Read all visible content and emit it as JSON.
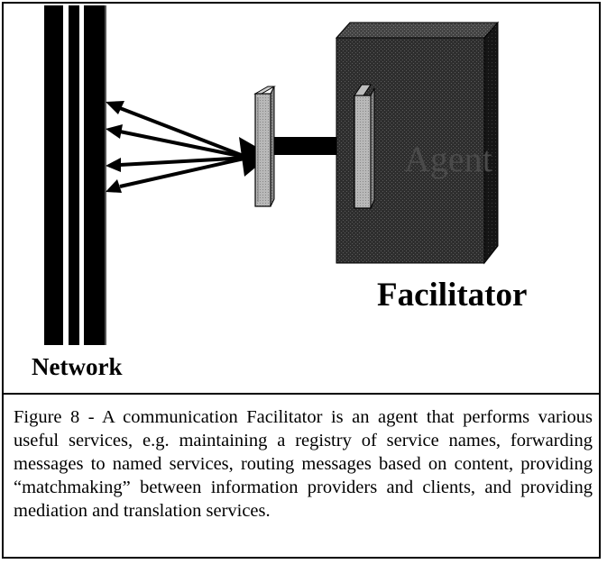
{
  "diagram": {
    "network_label": "Network",
    "facilitator_label": "Facilitator",
    "agent_label": "Agent"
  },
  "caption": {
    "text": "Figure 8 - A communication Facilitator is an agent that performs various useful services, e.g.  maintaining a registry of service names, forwarding messages to named services, routing messages based on content,    providing “matchmaking” between information providers and clients, and providing mediation and translation services."
  }
}
